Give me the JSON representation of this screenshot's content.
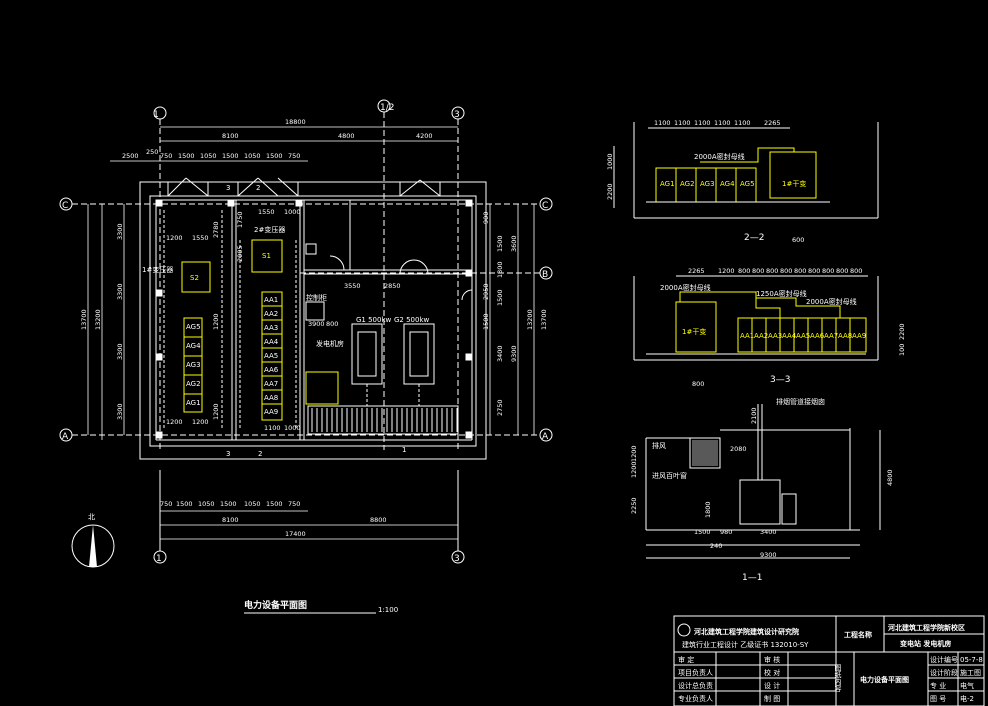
{
  "plan": {
    "title": "电力设备平面图",
    "scale": "1:100",
    "north": "北",
    "grid_top": [
      "1",
      "1/2",
      "3"
    ],
    "grid_left": [
      "C",
      "B",
      "A"
    ],
    "dims_top_total": "18800",
    "dims_top": [
      "8100",
      "4800",
      "4200"
    ],
    "dims_top2": [
      "2500",
      "250",
      "750",
      "1500",
      "1050",
      "1500",
      "1050",
      "1500",
      "750"
    ],
    "dims_left_total": "13700",
    "dims_left_sub": "13200",
    "dims_left": [
      "3300",
      "3300",
      "3300",
      "3300"
    ],
    "dims_right_total": "13700",
    "dims_right_sub": "13200",
    "dims_right": [
      "900",
      "1500",
      "3600",
      "1300",
      "2950",
      "1500",
      "1500",
      "3400",
      "9300",
      "2750"
    ],
    "dims_bottom_total": "17400",
    "dims_bottom": [
      "8100",
      "8800"
    ],
    "dims_bottom2": [
      "750",
      "1500",
      "1050",
      "1500",
      "1050",
      "1500",
      "750"
    ],
    "room_dims": [
      "1200",
      "1550",
      "1550",
      "1000",
      "1750",
      "2780",
      "2005",
      "1200",
      "1200",
      "1100",
      "1000",
      "3550",
      "2850",
      "3900",
      "800",
      "1200",
      "1200"
    ],
    "transformer1": "1#变压器",
    "transformer2": "2#变压器",
    "s1": "S1",
    "s2": "S2",
    "ag": [
      "AG5",
      "AG4",
      "AG3",
      "AG2",
      "AG1"
    ],
    "aa": [
      "AA1",
      "AA2",
      "AA3",
      "AA4",
      "AA5",
      "AA6",
      "AA7",
      "AA8",
      "AA9"
    ],
    "gen_room": "发电机房",
    "gen1": "G1 500kw",
    "gen2": "G2 500kw",
    "control": "控制柜",
    "marks": [
      "3",
      "2",
      "1"
    ]
  },
  "sec22": {
    "title": "2—2",
    "dims_top": [
      "1100",
      "1100",
      "1100",
      "1100",
      "1100",
      "2265"
    ],
    "dims_left": [
      "1000",
      "2200"
    ],
    "busbar": "2000A密封母线",
    "cabinets": [
      "AG1",
      "AG2",
      "AG3",
      "AG4",
      "AG5"
    ],
    "trans": "1#干变",
    "bottom": "600"
  },
  "sec33": {
    "title": "3—3",
    "dims_top": [
      "2265",
      "1200",
      "800",
      "800",
      "800",
      "800",
      "800",
      "800",
      "800",
      "800",
      "800"
    ],
    "busbar1": "2000A密封母线",
    "busbar2": "1250A密封母线",
    "busbar3": "2000A密封母线",
    "trans": "1#干变",
    "cabinets": [
      "AA1",
      "AA2",
      "AA3",
      "AA4",
      "AA5",
      "AA6",
      "AA7",
      "AA8",
      "AA9"
    ],
    "dims_right": [
      "2200",
      "100"
    ],
    "bottom": "800"
  },
  "sec11": {
    "title": "1—1",
    "label_top": "排烟管道接烟囱",
    "label_exhaust": "排风",
    "label_louver": "进风百叶窗",
    "dims": [
      "2100",
      "2080",
      "1200",
      "1200",
      "2250",
      "1800",
      "1500",
      "980",
      "3400",
      "240",
      "9300",
      "4800"
    ]
  },
  "titleblock": {
    "company": "河北建筑工程学院建筑设计研究院",
    "license": "建筑行业工程设计  乙级证书  132010-SY",
    "project_label": "工程名称",
    "project_name": "河北建筑工程学院新校区",
    "project_sub": "变电站  发电机房",
    "drawing_label": "图纸内容",
    "drawing_name": "电力设备平面图",
    "rows_left": [
      "审  定",
      "项目负责人",
      "设计总负责",
      "专业负责人"
    ],
    "rows_mid": [
      "审  核",
      "校  对",
      "设  计",
      "制  图"
    ],
    "rows_right_label": [
      "设计编号",
      "设计阶段",
      "专  业",
      "图  号"
    ],
    "rows_right_value": [
      "05-7-8",
      "施工图",
      "电气",
      "电-2"
    ]
  }
}
